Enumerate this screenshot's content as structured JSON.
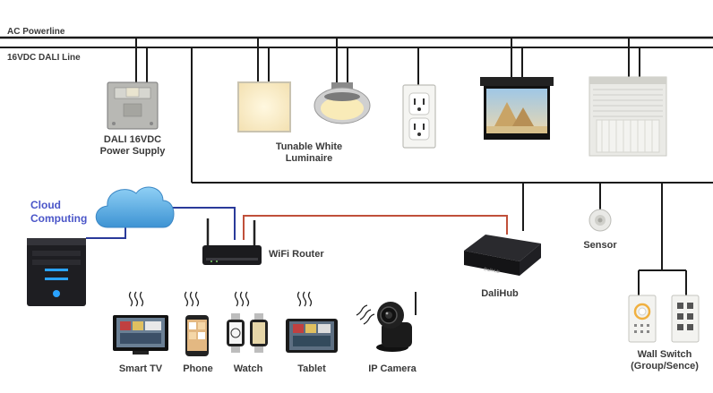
{
  "lines": {
    "ac_powerline": "AC Powerline",
    "dali_line": "16VDC DALI Line"
  },
  "labels": {
    "power_supply_line1": "DALI 16VDC",
    "power_supply_line2": "Power Supply",
    "tunable_line1": "Tunable White",
    "tunable_line2": "Luminaire",
    "cloud_line1": "Cloud",
    "cloud_line2": "Computing",
    "wifi_router": "WiFi Router",
    "dalihub": "DaliHub",
    "sensor": "Sensor",
    "smart_tv": "Smart TV",
    "phone": "Phone",
    "watch": "Watch",
    "tablet": "Tablet",
    "ip_camera": "IP Camera",
    "wall_switch_line1": "Wall Switch",
    "wall_switch_line2": "(Group/Sence)"
  },
  "device_brand": "DaliHub",
  "colors": {
    "bus_line": "#1a1a1a",
    "cloud_link": "#2a3a9a",
    "router_to_hub_link": "#c0503a",
    "cloud_fill": "#5fb3e8",
    "label_text": "#3a3a3a",
    "cloud_label": "#4a55c8"
  }
}
